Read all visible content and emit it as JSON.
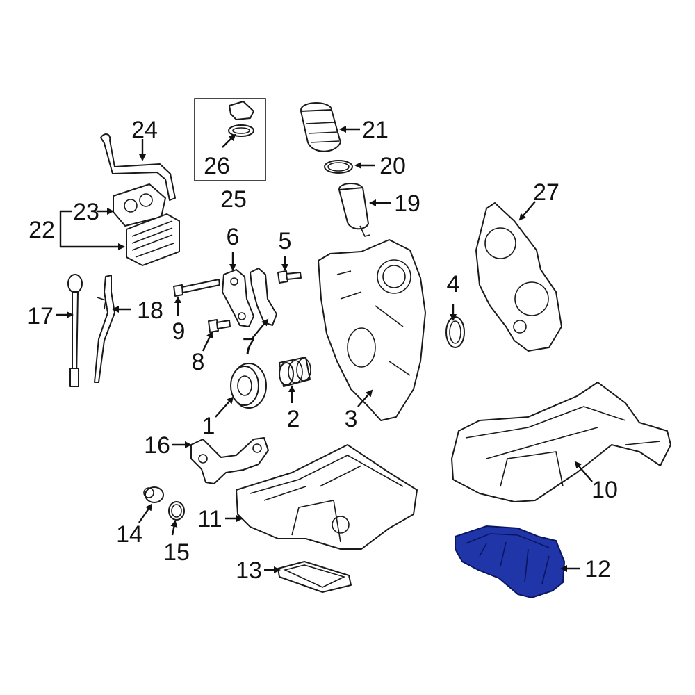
{
  "diagram": {
    "highlight_color": "#1f35a8",
    "outline_color": "#1a1a1a",
    "callouts": [
      "1",
      "2",
      "3",
      "4",
      "5",
      "6",
      "7",
      "8",
      "9",
      "10",
      "11",
      "12",
      "13",
      "14",
      "15",
      "16",
      "17",
      "18",
      "19",
      "20",
      "21",
      "22",
      "23",
      "24",
      "25",
      "26",
      "27"
    ],
    "highlighted_part": "12"
  }
}
